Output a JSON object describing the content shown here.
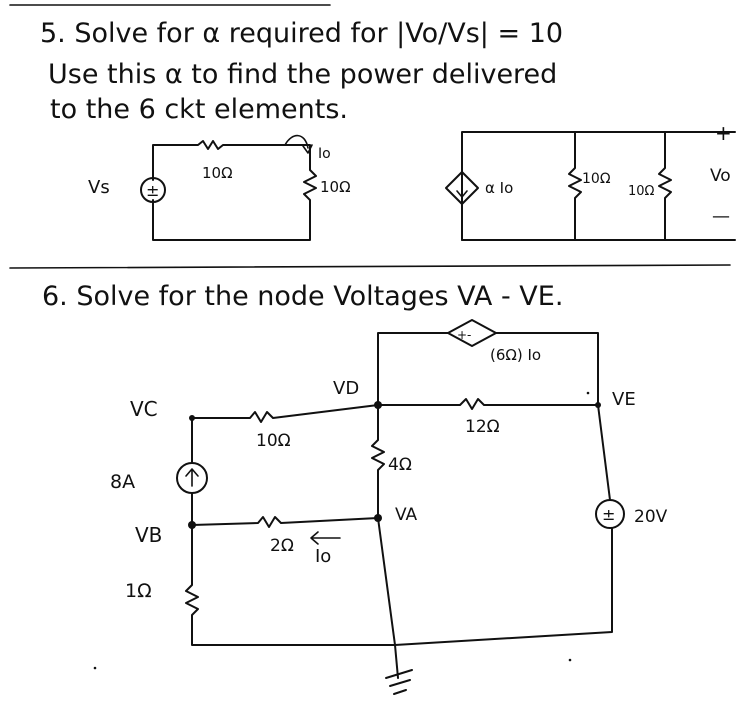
{
  "problem5": {
    "line1": "5. Solve for α required for |Vo/Vs| = 10",
    "line2": "Use this α to find the power delivered",
    "line3": "to the 6 ckt elements.",
    "vs_label": "Vs",
    "r1": "10Ω",
    "r2": "10Ω",
    "io_label": "Io",
    "dep_source": "α Io",
    "r3": "10Ω",
    "r4": "10Ω",
    "vo_plus": "+",
    "vo_label": "Vo",
    "vo_minus": "—"
  },
  "problem6": {
    "title": "6. Solve for the node Voltages VA - VE.",
    "dep_source": "(6Ω) Io",
    "dep_sign": "+-",
    "vd": "VD",
    "ve": "VE",
    "vc": "VC",
    "va": "VA",
    "vb": "VB",
    "r_cd": "10Ω",
    "r_de": "12Ω",
    "r_da": "4Ω",
    "r_ba": "2Ω",
    "r_b_gnd": "1Ω",
    "current_source": "8A",
    "voltage_source": "20V",
    "io_label": "Io"
  },
  "icons": {
    "ground": "ground-icon",
    "independent_voltage": "voltage-source-icon",
    "current_source": "current-source-icon",
    "dependent_current": "dependent-current-source-icon",
    "dependent_voltage": "dependent-voltage-source-icon"
  }
}
